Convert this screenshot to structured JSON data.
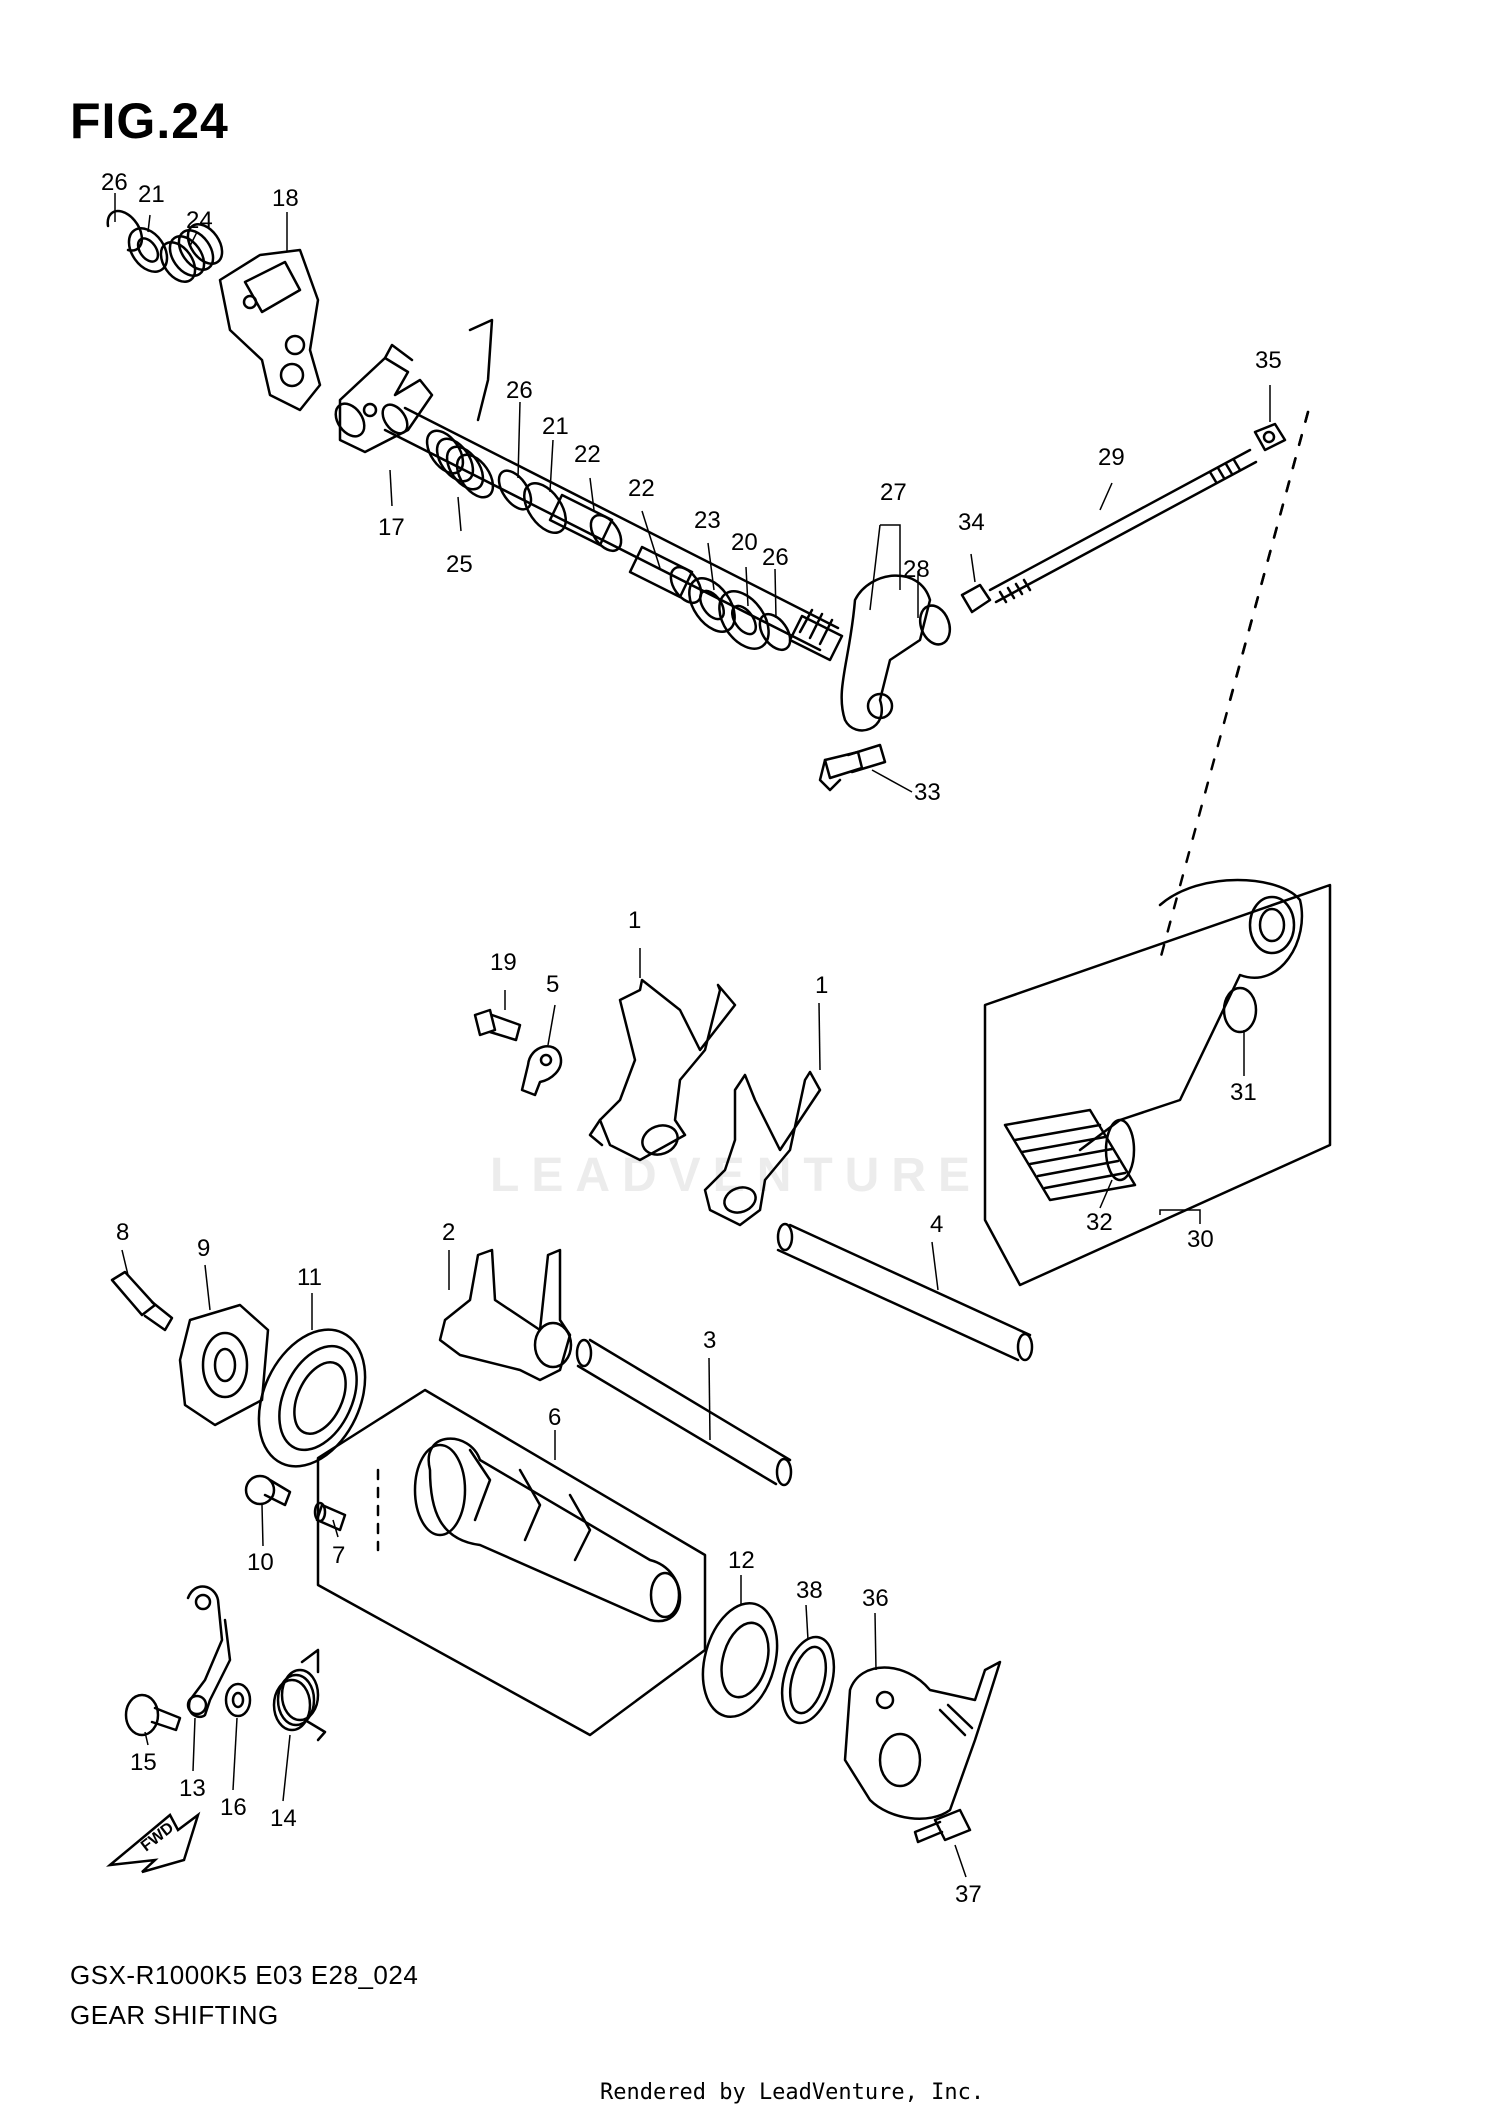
{
  "figure": {
    "title": "FIG.24"
  },
  "footer": {
    "model_code": "GSX-R1000K5 E03 E28_024",
    "section_name": "GEAR SHIFTING",
    "credit": "Rendered by LeadVenture, Inc."
  },
  "watermark": {
    "text": "LEADVENTURE"
  },
  "fwd_label": "FWD",
  "callouts": {
    "c1a": "1",
    "c1b": "1",
    "c2": "2",
    "c3": "3",
    "c4": "4",
    "c5": "5",
    "c6": "6",
    "c7": "7",
    "c8": "8",
    "c9": "9",
    "c10": "10",
    "c11": "11",
    "c12": "12",
    "c13": "13",
    "c14": "14",
    "c15": "15",
    "c16": "16",
    "c17": "17",
    "c18": "18",
    "c19": "19",
    "c20": "20",
    "c21a": "21",
    "c21b": "21",
    "c22a": "22",
    "c22b": "22",
    "c23": "23",
    "c24": "24",
    "c25": "25",
    "c26a": "26",
    "c26b": "26",
    "c26c": "26",
    "c27": "27",
    "c28": "28",
    "c29": "29",
    "c30": "30",
    "c31": "31",
    "c32": "32",
    "c33": "33",
    "c34": "34",
    "c35": "35",
    "c36": "36",
    "c37": "37",
    "c38": "38"
  },
  "colors": {
    "line": "#000000",
    "background": "#ffffff",
    "watermark": "#ececec"
  }
}
